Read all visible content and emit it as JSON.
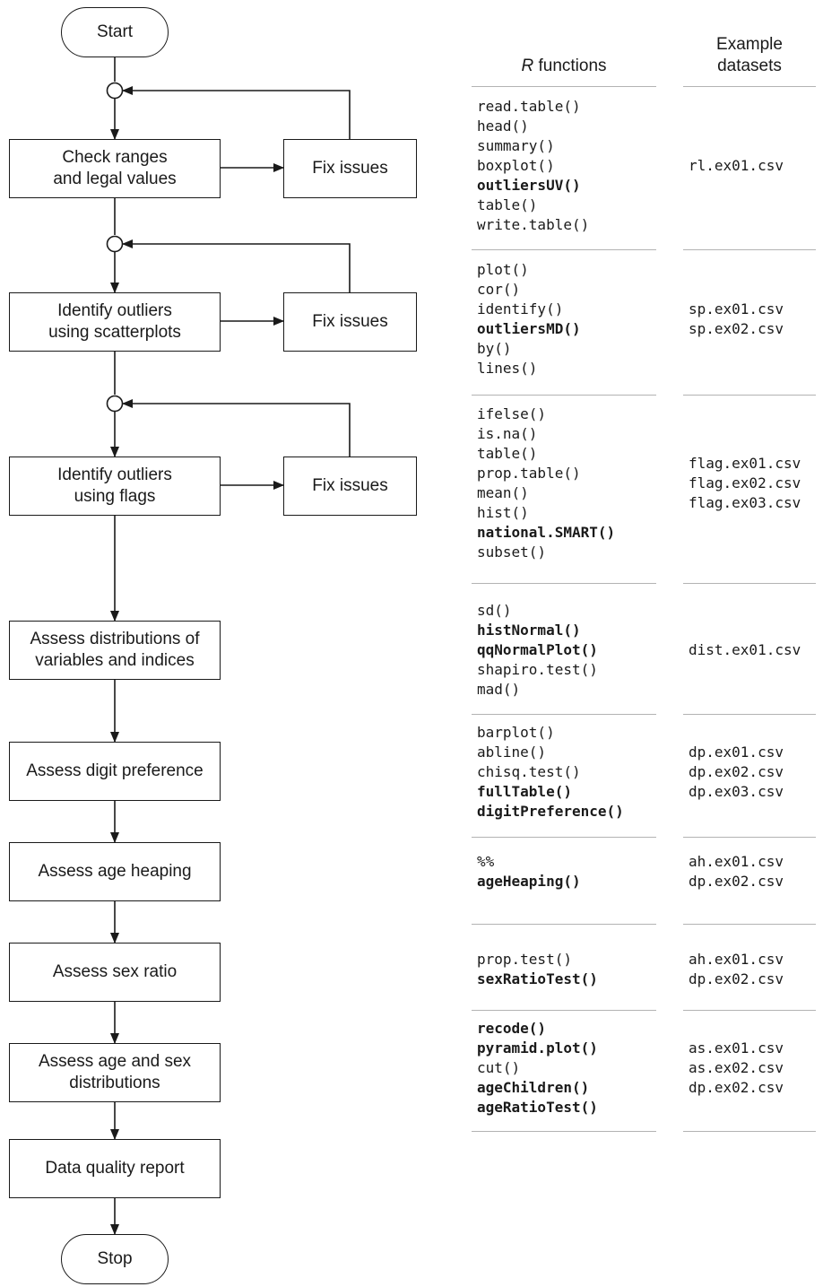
{
  "flowchart": {
    "start": "Start",
    "stop": "Stop",
    "fix_issues": [
      "Fix issues",
      "Fix issues",
      "Fix issues"
    ],
    "steps": [
      [
        "Check ranges",
        "and legal values"
      ],
      [
        "Identify outliers",
        "using scatterplots"
      ],
      [
        "Identify outliers",
        "using flags"
      ],
      [
        "Assess distributions of",
        "variables and indices"
      ],
      [
        "Assess digit preference"
      ],
      [
        "Assess age heaping"
      ],
      [
        "Assess sex ratio"
      ],
      [
        "Assess age and sex",
        "distributions"
      ],
      [
        "Data quality report"
      ]
    ]
  },
  "table": {
    "header_functions_italic": "R",
    "header_functions_rest": " functions",
    "header_datasets": [
      "Example",
      "datasets"
    ],
    "rows": [
      {
        "functions": [
          {
            "t": "read.table()",
            "b": false
          },
          {
            "t": "head()",
            "b": false
          },
          {
            "t": "summary()",
            "b": false
          },
          {
            "t": "boxplot()",
            "b": false
          },
          {
            "t": "outliersUV()",
            "b": true
          },
          {
            "t": "table()",
            "b": false
          },
          {
            "t": "write.table()",
            "b": false
          }
        ],
        "datasets": [
          "rl.ex01.csv"
        ]
      },
      {
        "functions": [
          {
            "t": "plot()",
            "b": false
          },
          {
            "t": "cor()",
            "b": false
          },
          {
            "t": "identify()",
            "b": false
          },
          {
            "t": "outliersMD()",
            "b": true
          },
          {
            "t": "by()",
            "b": false
          },
          {
            "t": "lines()",
            "b": false
          }
        ],
        "datasets": [
          "sp.ex01.csv",
          "sp.ex02.csv"
        ]
      },
      {
        "functions": [
          {
            "t": "ifelse()",
            "b": false
          },
          {
            "t": "is.na()",
            "b": false
          },
          {
            "t": "table()",
            "b": false
          },
          {
            "t": "prop.table()",
            "b": false
          },
          {
            "t": "mean()",
            "b": false
          },
          {
            "t": "hist()",
            "b": false
          },
          {
            "t": "national.SMART()",
            "b": true
          },
          {
            "t": "subset()",
            "b": false
          }
        ],
        "datasets": [
          "flag.ex01.csv",
          "flag.ex02.csv",
          "flag.ex03.csv"
        ]
      },
      {
        "functions": [
          {
            "t": "sd()",
            "b": false
          },
          {
            "t": "histNormal()",
            "b": true
          },
          {
            "t": "qqNormalPlot()",
            "b": true
          },
          {
            "t": "shapiro.test()",
            "b": false
          },
          {
            "t": "mad()",
            "b": false
          }
        ],
        "datasets": [
          "dist.ex01.csv"
        ]
      },
      {
        "functions": [
          {
            "t": "barplot()",
            "b": false
          },
          {
            "t": "abline()",
            "b": false
          },
          {
            "t": "chisq.test()",
            "b": false
          },
          {
            "t": "fullTable()",
            "b": true
          },
          {
            "t": "digitPreference()",
            "b": true
          }
        ],
        "datasets": [
          "dp.ex01.csv",
          "dp.ex02.csv",
          "dp.ex03.csv"
        ]
      },
      {
        "functions": [
          {
            "t": "%%",
            "b": false
          },
          {
            "t": "ageHeaping()",
            "b": true
          }
        ],
        "datasets": [
          "ah.ex01.csv",
          "dp.ex02.csv"
        ]
      },
      {
        "functions": [
          {
            "t": "prop.test()",
            "b": false
          },
          {
            "t": "sexRatioTest()",
            "b": true
          }
        ],
        "datasets": [
          "ah.ex01.csv",
          "dp.ex02.csv"
        ]
      },
      {
        "functions": [
          {
            "t": "recode()",
            "b": true
          },
          {
            "t": "pyramid.plot()",
            "b": true
          },
          {
            "t": "cut()",
            "b": false
          },
          {
            "t": "ageChildren()",
            "b": true
          },
          {
            "t": "ageRatioTest()",
            "b": true
          }
        ],
        "datasets": [
          "as.ex01.csv",
          "as.ex02.csv",
          "dp.ex02.csv"
        ]
      }
    ]
  }
}
